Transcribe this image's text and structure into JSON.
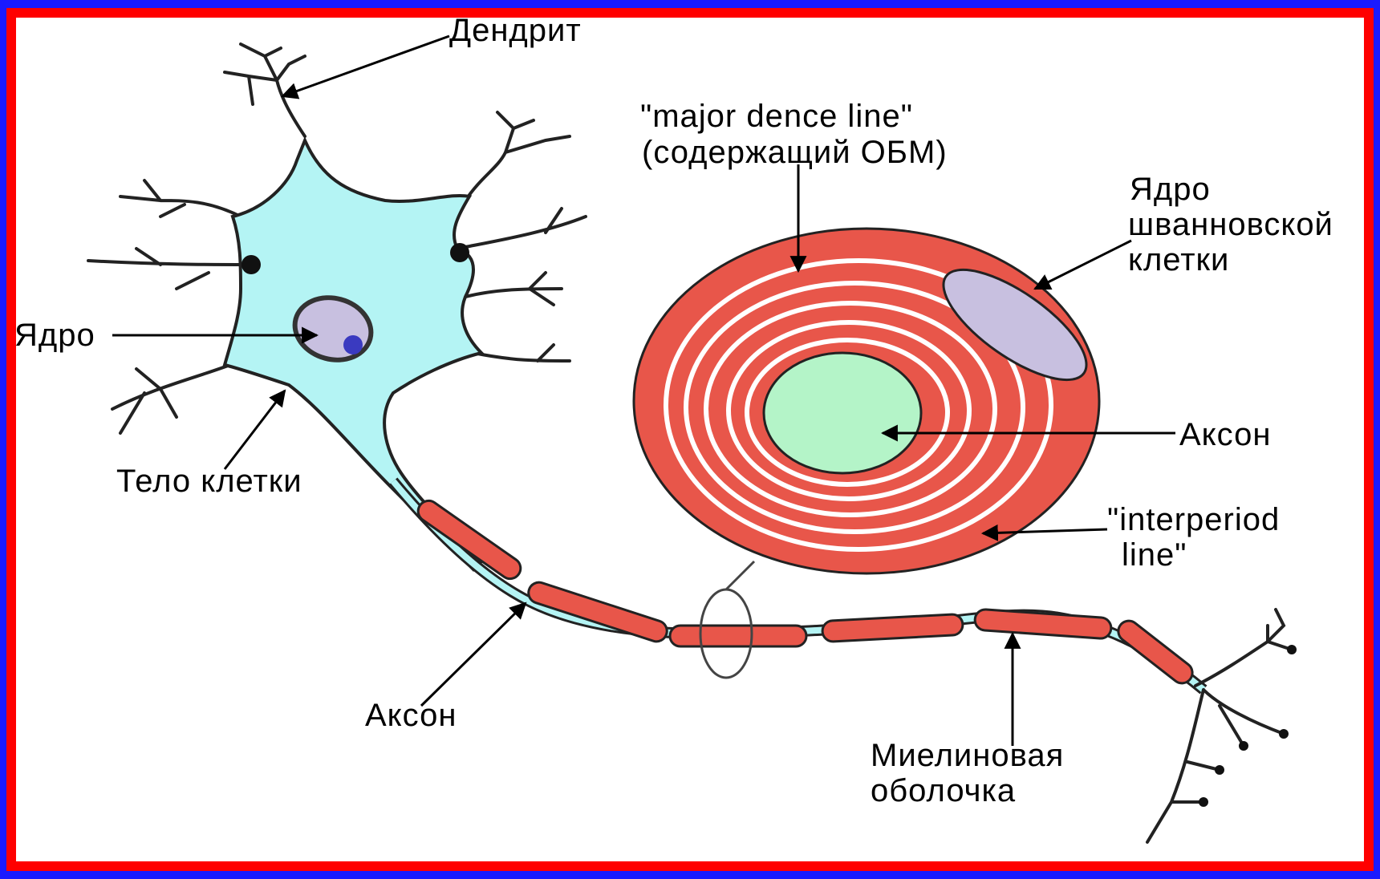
{
  "colors": {
    "frame_outer": "#1a1aff",
    "frame_inner": "#ff0000",
    "cell_body_fill": "#b4f4f4",
    "nucleus_fill": "#c8c0e0",
    "nucleolus_fill": "#3a3ac0",
    "myelin_fill": "#e8564a",
    "axon_core_fill": "#b4f4c8",
    "schwann_nucleus_fill": "#c8c0e0",
    "line": "#222222"
  },
  "labels": {
    "dendrite": "Дендрит",
    "nucleus": "Ядро",
    "cell_body": "Тело клетки",
    "axon_bottom": "Аксон",
    "major_dense_line_1": "\"major dence line\"",
    "major_dense_line_2": "(содержащий ОБМ)",
    "schwann_nucleus_1": "Ядро",
    "schwann_nucleus_2": "шванновской",
    "schwann_nucleus_3": "клетки",
    "axon_right": "Аксон",
    "interperiod_line_1": "\"interperiod",
    "interperiod_line_2": "line\"",
    "myelin_sheath_1": "Миелиновая",
    "myelin_sheath_2": "оболочка"
  }
}
